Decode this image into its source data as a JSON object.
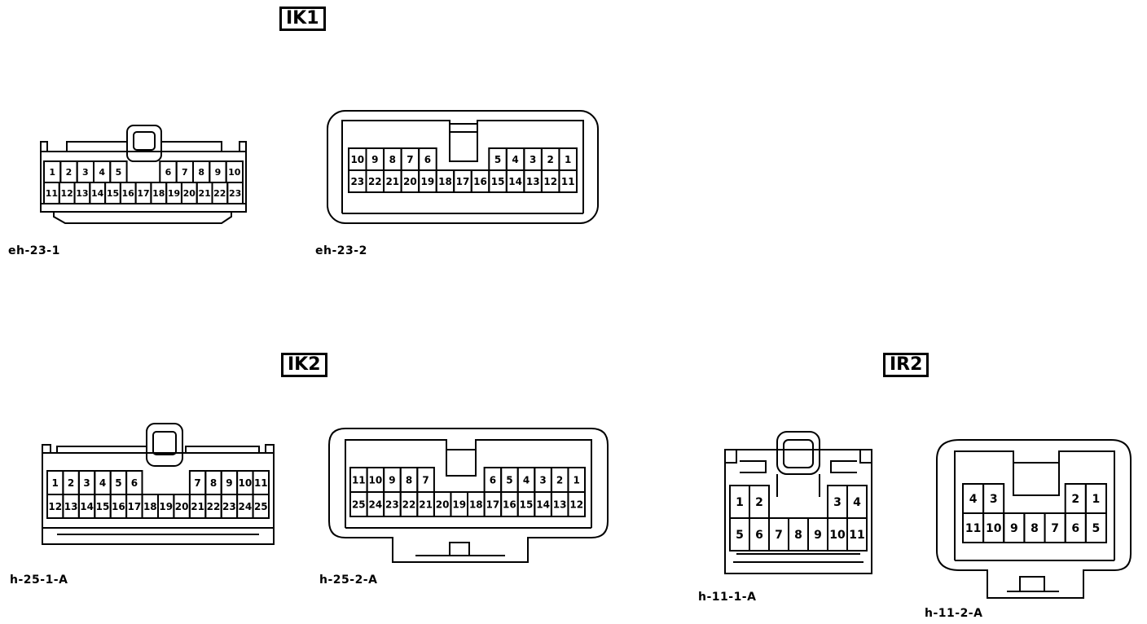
{
  "groups": {
    "ik1": "IK1",
    "ik2": "IK2",
    "ir2": "IR2"
  },
  "connectors": {
    "eh231": {
      "label": "eh-23-1",
      "row1": [
        "1",
        "2",
        "3",
        "4",
        "5",
        "",
        "",
        "6",
        "7",
        "8",
        "9",
        "10"
      ],
      "row2": [
        "11",
        "12",
        "13",
        "14",
        "15",
        "16",
        "17",
        "18",
        "19",
        "20",
        "21",
        "22",
        "23"
      ]
    },
    "eh232": {
      "label": "eh-23-2",
      "row1": [
        "10",
        "9",
        "8",
        "7",
        "6",
        "",
        "",
        "",
        "5",
        "4",
        "3",
        "2",
        "1"
      ],
      "row2": [
        "23",
        "22",
        "21",
        "20",
        "19",
        "18",
        "17",
        "16",
        "15",
        "14",
        "13",
        "12",
        "11"
      ]
    },
    "h251": {
      "label": "h-25-1-A",
      "row1": [
        "1",
        "2",
        "3",
        "4",
        "5",
        "6",
        "",
        "",
        "",
        "7",
        "8",
        "9",
        "10",
        "11"
      ],
      "row2": [
        "12",
        "13",
        "14",
        "15",
        "16",
        "17",
        "18",
        "19",
        "20",
        "21",
        "22",
        "23",
        "24",
        "25"
      ]
    },
    "h252": {
      "label": "h-25-2-A",
      "row1": [
        "11",
        "10",
        "9",
        "8",
        "7",
        "",
        "",
        "",
        "6",
        "5",
        "4",
        "3",
        "2",
        "1"
      ],
      "row2": [
        "25",
        "24",
        "23",
        "22",
        "21",
        "20",
        "19",
        "18",
        "17",
        "16",
        "15",
        "14",
        "13",
        "12"
      ]
    },
    "h111": {
      "label": "h-11-1-A",
      "row1": [
        "1",
        "2",
        "",
        "",
        "",
        "3",
        "4"
      ],
      "row2": [
        "5",
        "6",
        "7",
        "8",
        "9",
        "10",
        "11"
      ]
    },
    "h112": {
      "label": "h-11-2-A",
      "row1": [
        "4",
        "3",
        "",
        "",
        "",
        "2",
        "1"
      ],
      "row2": [
        "11",
        "10",
        "9",
        "8",
        "7",
        "6",
        "5"
      ]
    }
  }
}
